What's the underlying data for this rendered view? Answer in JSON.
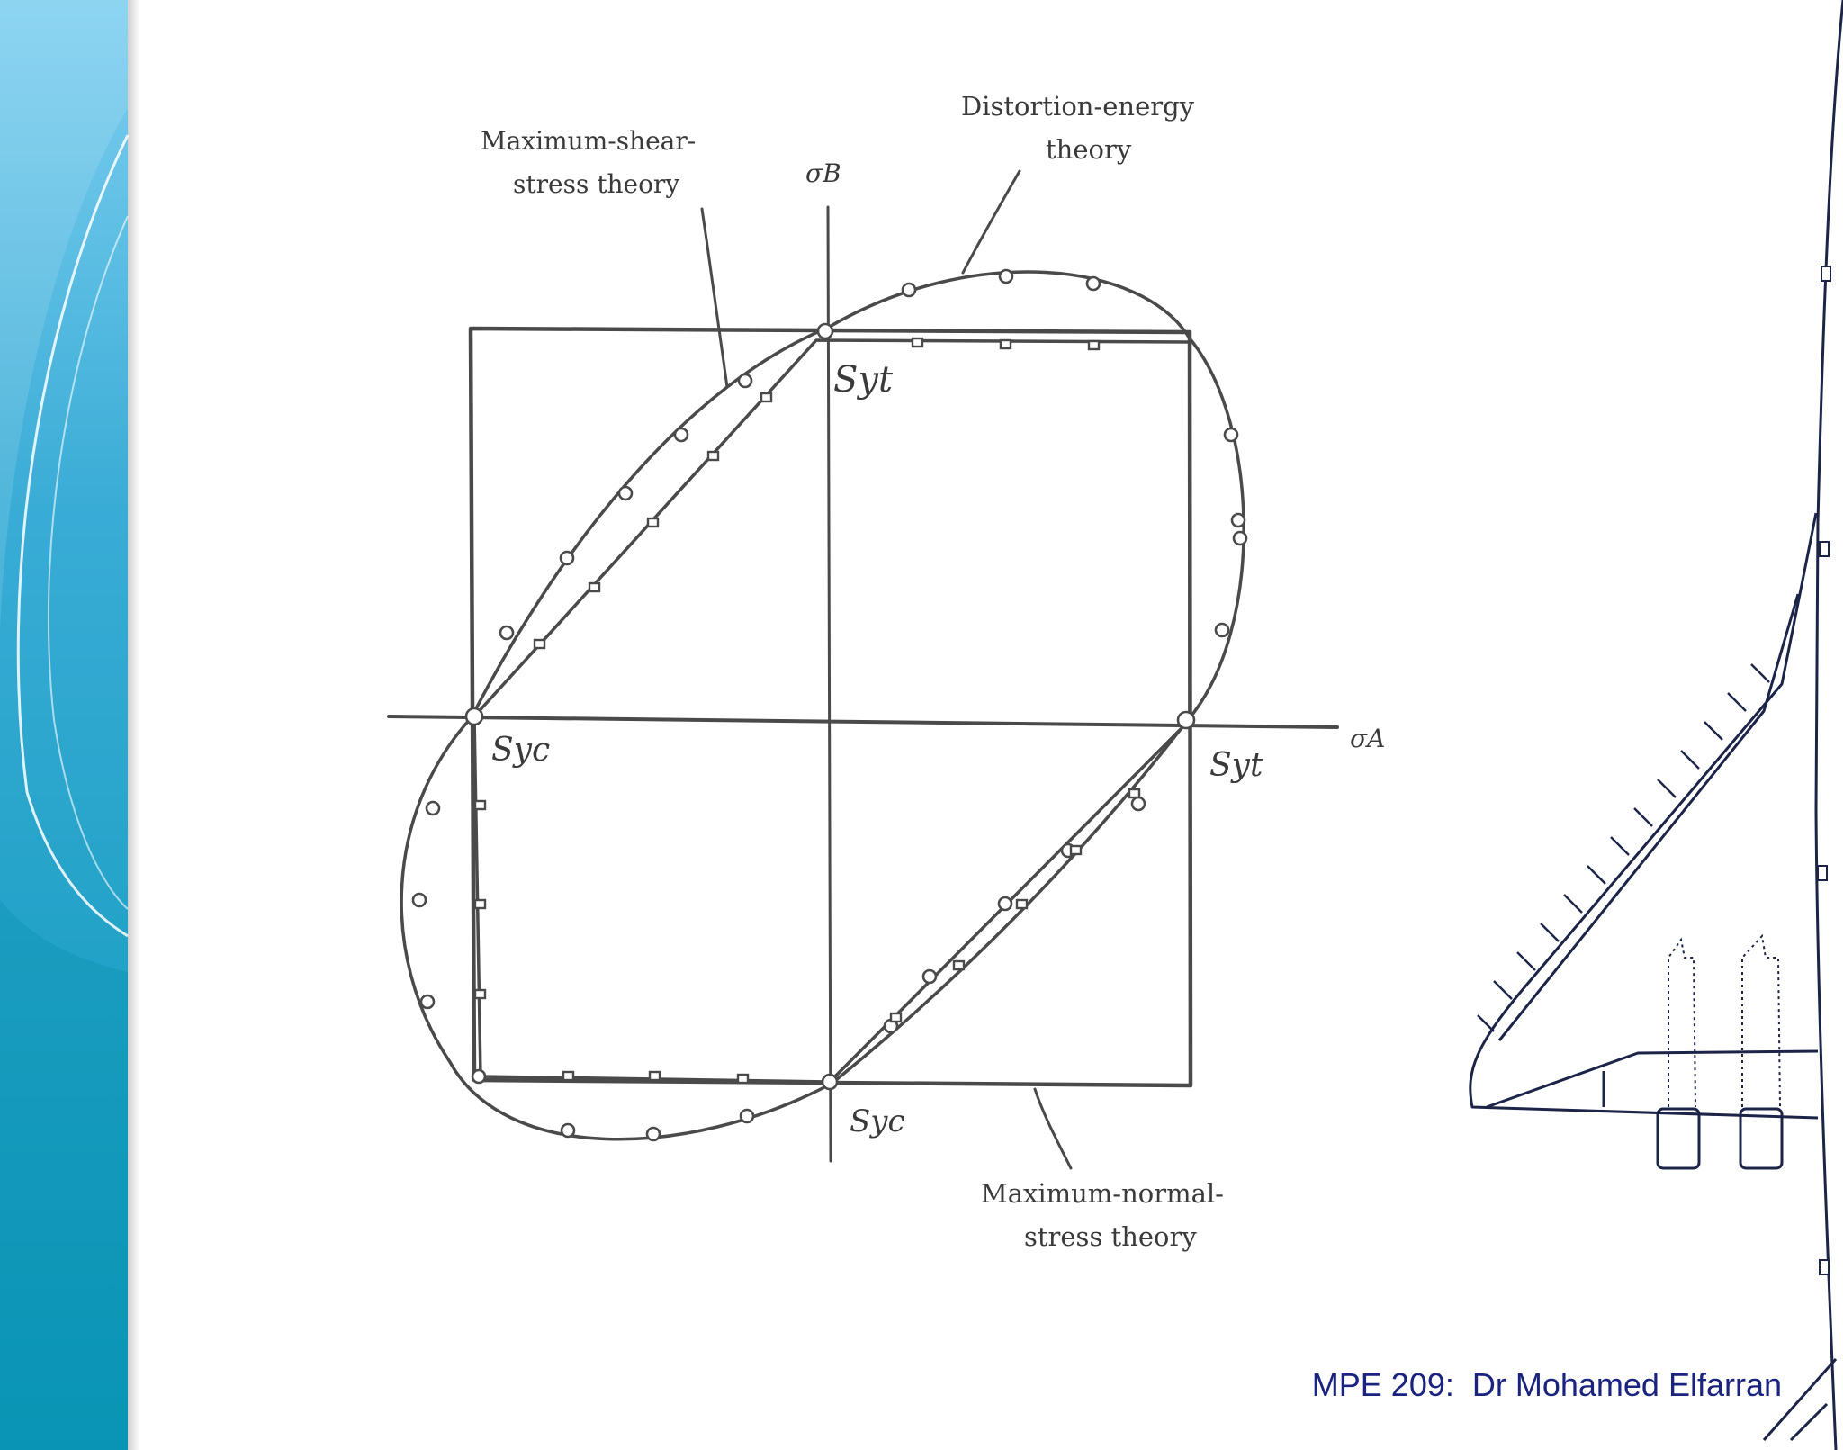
{
  "diagram": {
    "labels": {
      "max_shear": [
        "Maximum-shear-",
        "stress theory"
      ],
      "distortion": [
        "Distortion-energy",
        "theory"
      ],
      "max_normal": [
        "Maximum-normal-",
        "stress theory"
      ],
      "axis_b": "σB",
      "axis_a": "σA",
      "syt_top": "Syt",
      "syc_left": "Syc",
      "syt_right": "Syt",
      "syc_bottom": "Syc"
    }
  },
  "footer": {
    "text": "MPE 209:  Dr Mohamed Elfarran",
    "color": "#1a237e"
  },
  "theme": {
    "band_dark": "#0a8fb0",
    "band_light": "#5fc4e0",
    "diagram_ink": "#4a4a4a",
    "plane_ink": "#1c2448"
  }
}
